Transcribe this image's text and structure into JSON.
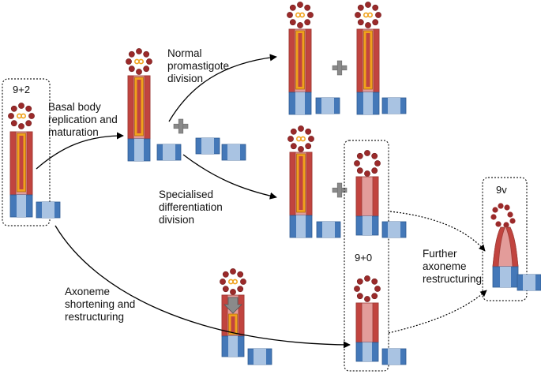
{
  "labels": {
    "basal": "Basal body\nreplication and\nmaturation",
    "normal": "Normal\npromastigote\ndivision",
    "special": "Specialised\ndifferentiation\ndivision",
    "axoneme": "Axoneme\nshortening and\nrestructuring",
    "further": "Further\naxoneme\nrestructuring"
  },
  "tags": {
    "t92": "9+2",
    "t90": "9+0",
    "t9v": "9v"
  },
  "colors": {
    "flagellum": "#c1443f",
    "flagellum_pale": "#e39c9a",
    "rod": "#f0a21c",
    "bead": "#9b2a2a",
    "basal_body": "#4478b8",
    "basal_body_pale": "#a9c3e2",
    "plus": "#888888"
  }
}
